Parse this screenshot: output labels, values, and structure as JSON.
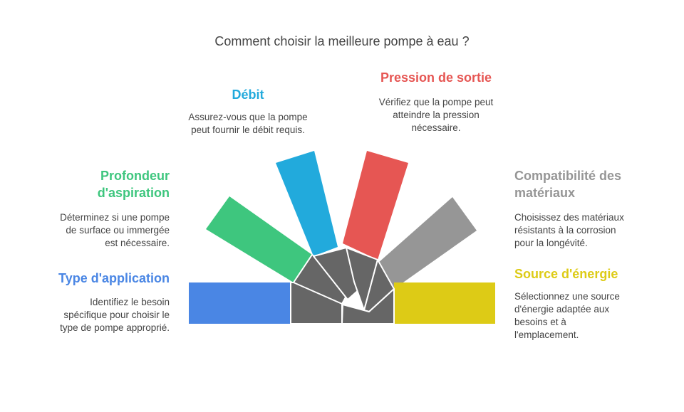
{
  "title": "Comment choisir la meilleure pompe à eau ?",
  "colors": {
    "type_application": "#4A86E4",
    "profondeur": "#3EC67E",
    "debit": "#22AADC",
    "pression": "#E65653",
    "compatibilite": "#969696",
    "source": "#DDCB16",
    "hub": "#666666"
  },
  "items": {
    "type_application": {
      "heading": "Type d'application",
      "desc": [
        "Identifiez le besoin",
        "spécifique pour choisir le",
        "type de pompe approprié."
      ]
    },
    "profondeur": {
      "heading": [
        "Profondeur",
        "d'aspiration"
      ],
      "desc": [
        "Déterminez si une pompe",
        "de surface ou immergée",
        "est nécessaire."
      ]
    },
    "debit": {
      "heading": "Débit",
      "desc": [
        "Assurez-vous que la pompe",
        "peut fournir le débit requis."
      ]
    },
    "pression": {
      "heading": "Pression de sortie",
      "desc": [
        "Vérifiez que la pompe peut",
        "atteindre la pression",
        "nécessaire."
      ]
    },
    "compatibilite": {
      "heading": [
        "Compatibilité des",
        "matériaux"
      ],
      "desc": [
        "Choisissez des matériaux",
        "résistants à la corrosion",
        "pour la longévité."
      ]
    },
    "source": {
      "heading": "Source d'énergie",
      "desc": [
        "Sélectionnez une source",
        "d'énergie adaptée aux",
        "besoins et à",
        "l'emplacement."
      ]
    }
  }
}
